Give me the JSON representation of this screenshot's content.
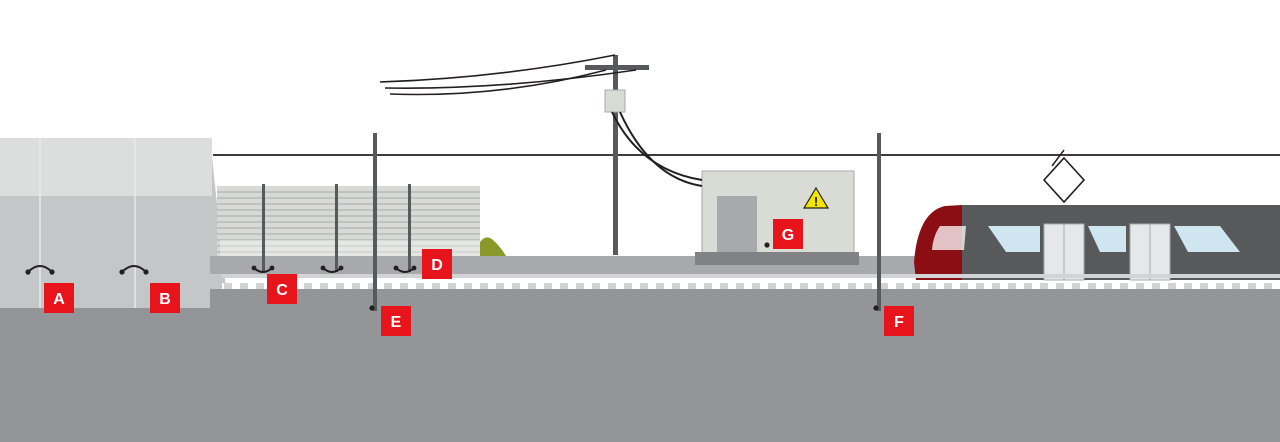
{
  "labels": {
    "A": "A",
    "B": "B",
    "C": "C",
    "D": "D",
    "E": "E",
    "F": "F",
    "G": "G"
  },
  "warning_symbol": "!",
  "icons": {
    "warning": "warning-triangle-icon"
  },
  "colors": {
    "label_bg": "#e8141b",
    "ground": "#939598",
    "train_body": "#58595b",
    "train_nose": "#8b0e14",
    "pole": "#58595b",
    "building": "#d9dcd5",
    "bush": "#8a9a2a"
  }
}
